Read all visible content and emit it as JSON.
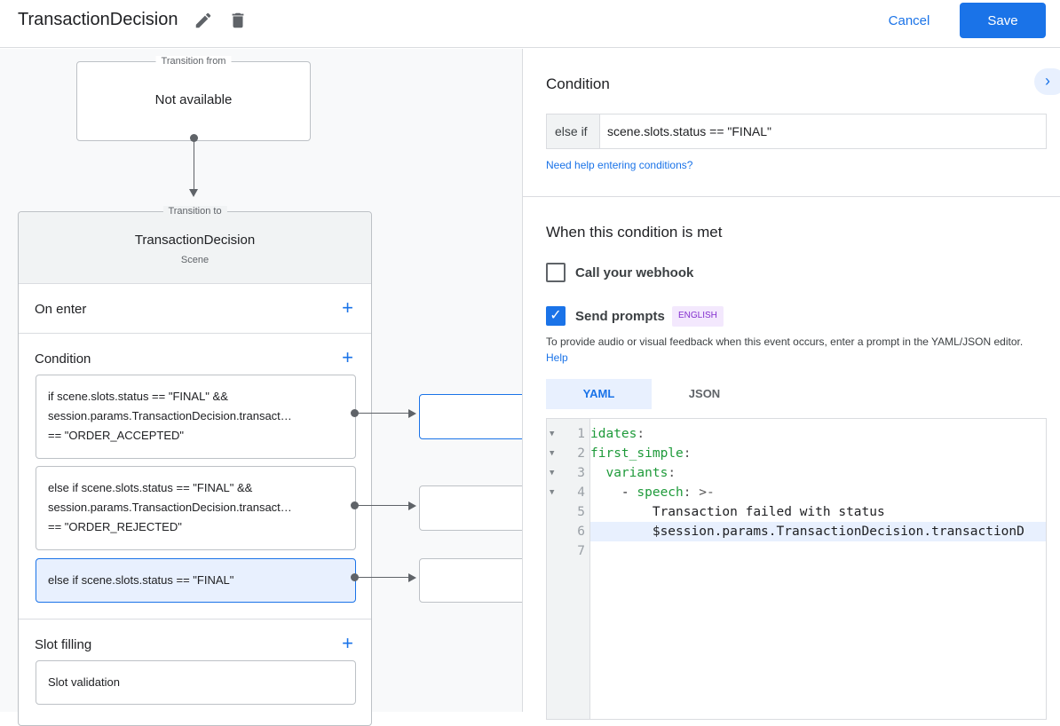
{
  "header": {
    "title": "TransactionDecision",
    "edit_icon": "pencil-icon",
    "delete_icon": "trash-icon",
    "cancel_label": "Cancel",
    "save_label": "Save"
  },
  "canvas": {
    "transition_from": {
      "legend": "Transition from",
      "value": "Not available"
    },
    "transition_to": {
      "legend": "Transition to",
      "scene_name": "TransactionDecision",
      "scene_type": "Scene"
    },
    "on_enter": "On enter",
    "condition": {
      "label": "Condition",
      "items": [
        {
          "lines": [
            "if scene.slots.status == \"FINAL\" &&",
            "session.params.TransactionDecision.transact…",
            "== \"ORDER_ACCEPTED\""
          ]
        },
        {
          "lines": [
            "else if scene.slots.status == \"FINAL\" &&",
            "session.params.TransactionDecision.transact…",
            "== \"ORDER_REJECTED\""
          ]
        },
        {
          "lines": [
            "else if scene.slots.status == \"FINAL\""
          ]
        }
      ]
    },
    "slot_filling": "Slot filling",
    "slot_validation": "Slot validation"
  },
  "panel": {
    "condition_title": "Condition",
    "condition_prefix": "else if",
    "condition_value": "scene.slots.status == \"FINAL\"",
    "help_link": "Need help entering conditions?",
    "when_met_title": "When this condition is met",
    "webhook_label": "Call your webhook",
    "webhook_checked": false,
    "prompts_label": "Send prompts",
    "prompts_checked": true,
    "language_badge": "ENGLISH",
    "description": "To provide audio or visual feedback when this event occurs, enter a prompt in the YAML/JSON editor.",
    "description_link": "Help",
    "tabs": [
      {
        "label": "YAML",
        "active": true
      },
      {
        "label": "JSON",
        "active": false
      }
    ],
    "editor": {
      "lines": [
        {
          "n": "1",
          "text": "idates:",
          "fold": true
        },
        {
          "n": "2",
          "text": "first_simple:",
          "fold": true
        },
        {
          "n": "3",
          "text": "  variants:",
          "fold": true
        },
        {
          "n": "4",
          "text": "    - speech: >-",
          "fold": true
        },
        {
          "n": "5",
          "text": "        Transaction failed with status",
          "fold": false
        },
        {
          "n": "6",
          "text": "        $session.params.TransactionDecision.transactionD",
          "fold": false
        },
        {
          "n": "7",
          "text": "",
          "fold": false
        }
      ],
      "highlighted_line": "6"
    }
  },
  "colors": {
    "accent": "#1a73e8",
    "selected_bg": "#e8f0fe",
    "yaml_key": "#1e9a3a"
  }
}
